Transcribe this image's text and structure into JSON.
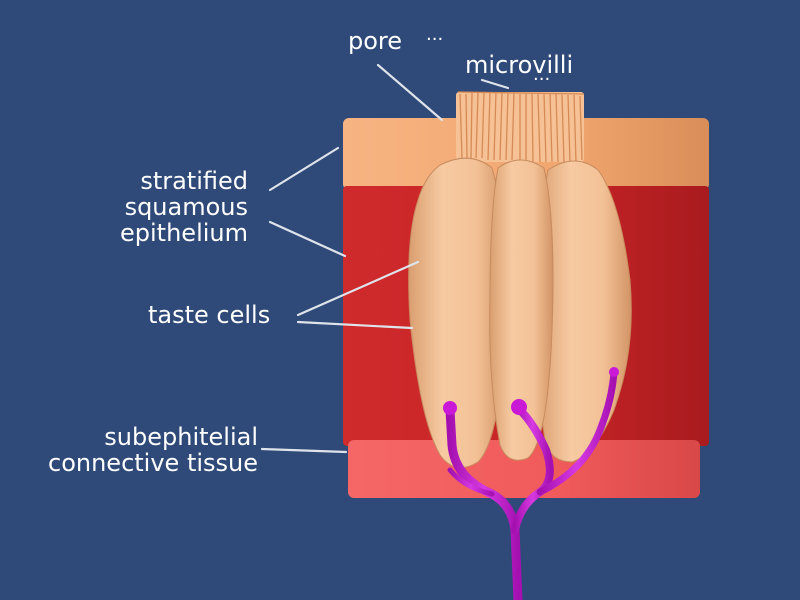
{
  "diagram": {
    "labels": {
      "pore": "pore",
      "pore_dots": "...",
      "microvilli": "microvilli",
      "microvilli_dots": "...",
      "stratified_line1": "stratified",
      "stratified_line2": "squamous",
      "stratified_line3": "epithelium",
      "taste_cells": "taste cells",
      "subepithelial_line1": "subephitelial",
      "subepithelial_line2": "connective tissue"
    },
    "colors": {
      "background": "#2f4a78",
      "top_layer": "#f2a66f",
      "epithelium": "#c62427",
      "connective_tissue": "#f05a5a",
      "taste_cell": "#f3c196",
      "nerve": "#c918d6",
      "label_text": "#ffffff",
      "leader_line": "#dfe3ea"
    }
  }
}
